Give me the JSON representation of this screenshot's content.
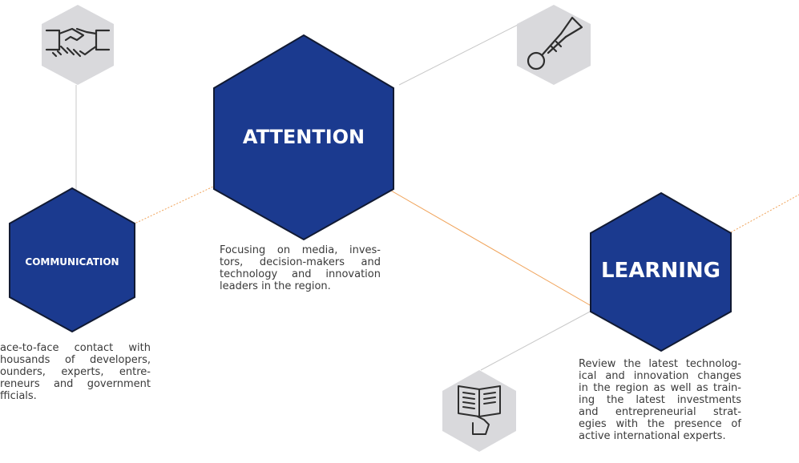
{
  "colors": {
    "hex_fill": "#1b3a8f",
    "hex_stroke": "#111a33",
    "icon_bg": "#d9d9dc",
    "connector_orange": "#f0a35a",
    "connector_gray": "#c8c8c8",
    "text": "#3a3a3a"
  },
  "nodes": {
    "attention": {
      "title": "ATTENTION",
      "description": [
        "Focusing on media, inves-",
        "tors, decision-makers and",
        "technology and innovation",
        "leaders in the region."
      ]
    },
    "communication": {
      "title": "COMMUNICATION",
      "description": [
        "ace-to-face contact with",
        "housands of developers,",
        "ounders, experts, entre-",
        "reneurs and government",
        "fficials."
      ]
    },
    "learning": {
      "title": "LEARNING",
      "description": [
        "Review the latest technolog-",
        "ical and innovation changes",
        "in the region as well as train-",
        "ing the latest investments",
        "and entrepreneurial strat-",
        "egies with the presence of",
        "active international experts."
      ]
    }
  },
  "icons": [
    "handshake-icon",
    "trumpet-icon",
    "book-reader-icon"
  ]
}
